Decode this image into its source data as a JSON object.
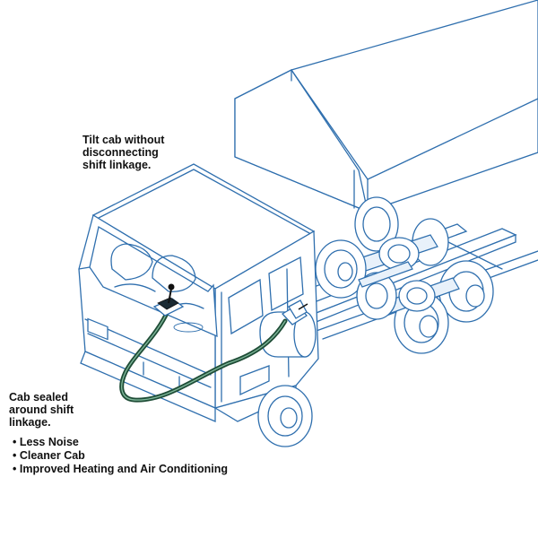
{
  "callouts": {
    "tilt_cab": "Tilt cab without\ndisconnecting\nshift linkage.",
    "cab_sealed": "Cab sealed\naround shift\nlinkage."
  },
  "benefits": [
    "Less Noise",
    "Cleaner Cab",
    "Improved Heating and Air Conditioning"
  ],
  "colors": {
    "line": "#2f6fae",
    "cable": "#1f4d37",
    "text": "#111111"
  }
}
